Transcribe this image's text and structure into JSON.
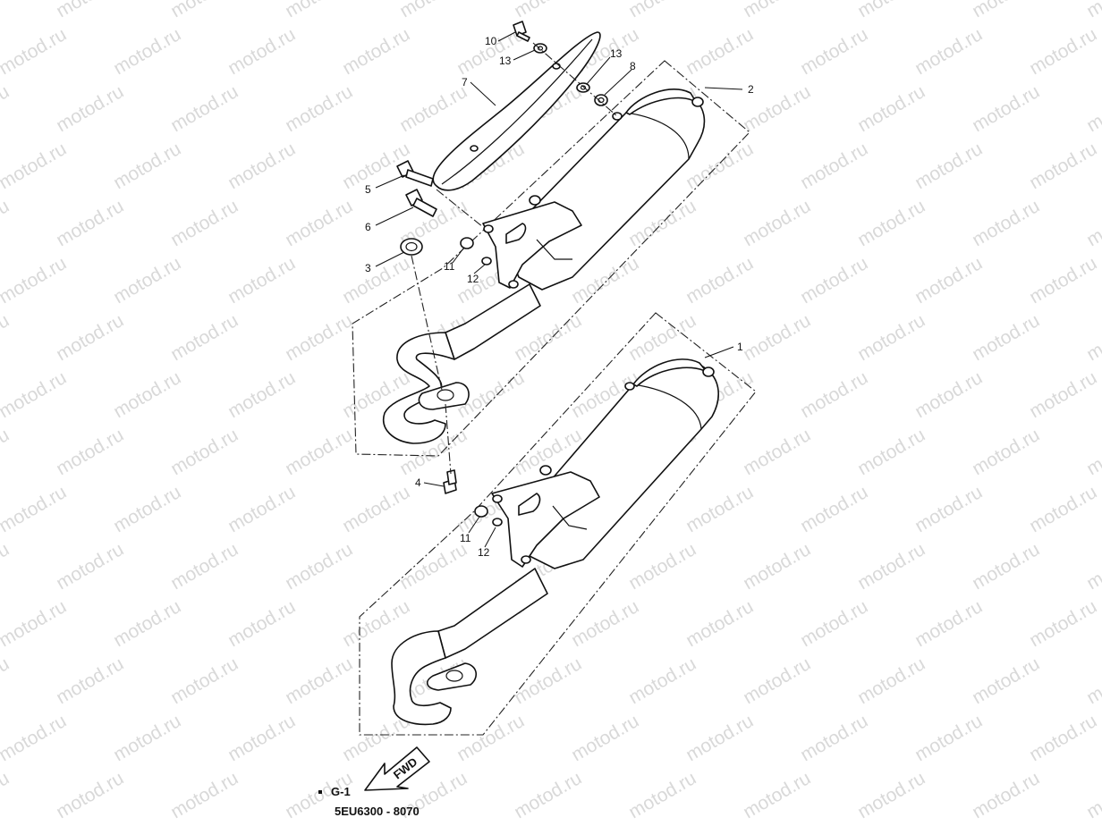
{
  "watermark": "motod.ru",
  "callouts": [
    {
      "id": "c10",
      "text": "10"
    },
    {
      "id": "c13a",
      "text": "13"
    },
    {
      "id": "c13b",
      "text": "13"
    },
    {
      "id": "c8",
      "text": "8"
    },
    {
      "id": "c7",
      "text": "7"
    },
    {
      "id": "c2",
      "text": "2"
    },
    {
      "id": "c5",
      "text": "5"
    },
    {
      "id": "c6",
      "text": "6"
    },
    {
      "id": "c3",
      "text": "3"
    },
    {
      "id": "c11a",
      "text": "11"
    },
    {
      "id": "c12a",
      "text": "12"
    },
    {
      "id": "c1",
      "text": "1"
    },
    {
      "id": "c4",
      "text": "4"
    },
    {
      "id": "c11b",
      "text": "11"
    },
    {
      "id": "c12b",
      "text": "12"
    }
  ],
  "fwd_label": "FWD",
  "figure_ref": "G-1",
  "part_code": "5EU6300 - 8070"
}
